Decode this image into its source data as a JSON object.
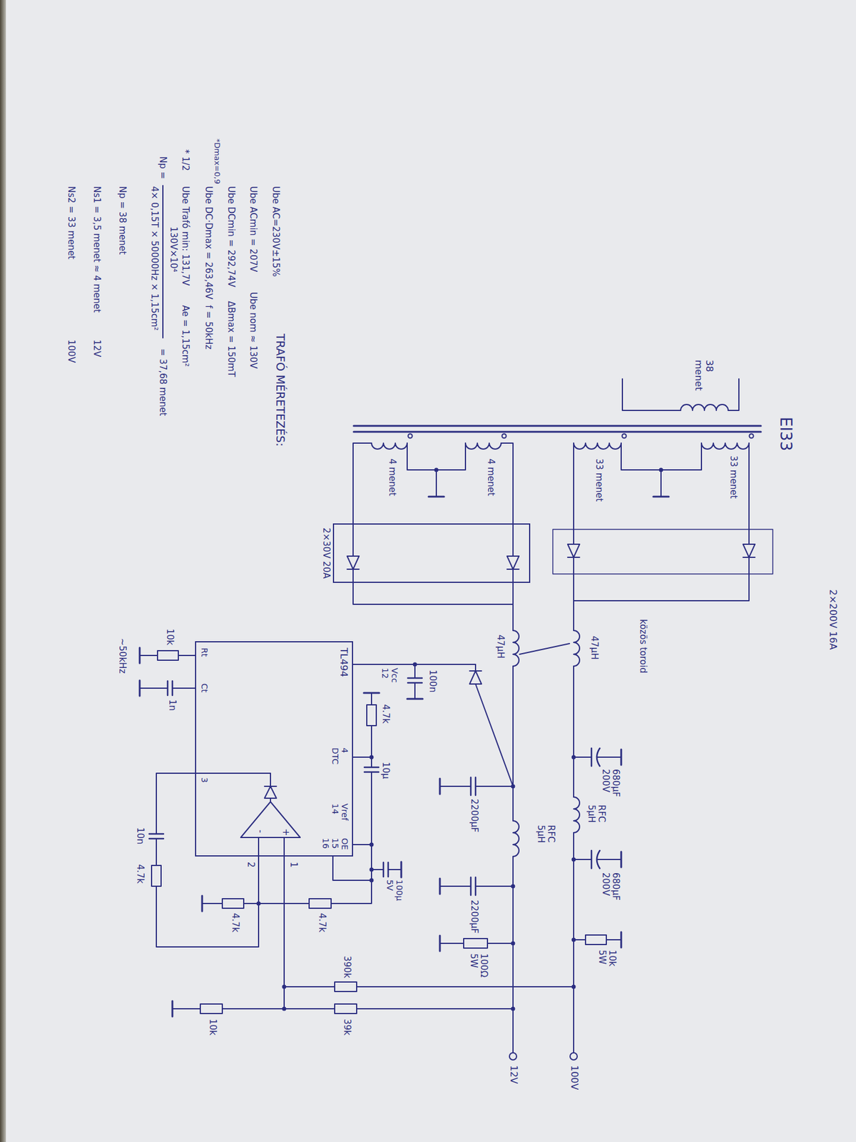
{
  "diagram": {
    "title": "EI33",
    "nodes": [
      {
        "text": [
          "2×30V 20A"
        ]
      },
      {
        "text": [
          "TL494"
        ]
      }
    ],
    "labels": [
      "2×200V 16A",
      "38 menet",
      "33 menet",
      "33 menet",
      "4 menet",
      "4 menet",
      "közös toroid",
      "47µH",
      "47µH",
      "680µF 200V",
      "RFC 5µH",
      "680µF 200V",
      "10k 5W",
      "100V",
      "RFC 5µH",
      "2200µF",
      "2200µF",
      "100Ω 5W",
      "12V",
      "390k",
      "39k",
      "10k",
      "100n",
      "Vcc 12",
      "4.7k",
      "10µ",
      "100µ 5V",
      "4 DTC",
      "Vref 14",
      "OE 15 16",
      "+",
      "-",
      "1",
      "2",
      "4.7k",
      "4.7k",
      "3",
      "Rt",
      "Ct",
      "10k",
      "1n",
      "10n",
      "4.7k",
      "~50kHz",
      "TRAFÓ MÉRETEZÉS:",
      "Ube AC=230V±15%",
      "Ube ACmin = 207V",
      "Ube nom ≈ 130V",
      "*Dmax=0,9",
      "Ube DCmin = 292,74V",
      "ΔBmax = 150mT",
      "Ube DC·Dmax = 263,46V",
      "f = 50kHz",
      "* 1/2",
      "Ube Trafó min: 131,7V",
      "Ae = 1,15cm²",
      "Np =",
      "130V×10⁴",
      "4× 0,15T × 50000Hz × 1,15cm²",
      "= 37,68 menet",
      "Np = 38 menet",
      "Ns1 = 3,5 menet ≈ 4 menet",
      "12V",
      "Ns2 = 33 menet",
      "100V"
    ]
  }
}
